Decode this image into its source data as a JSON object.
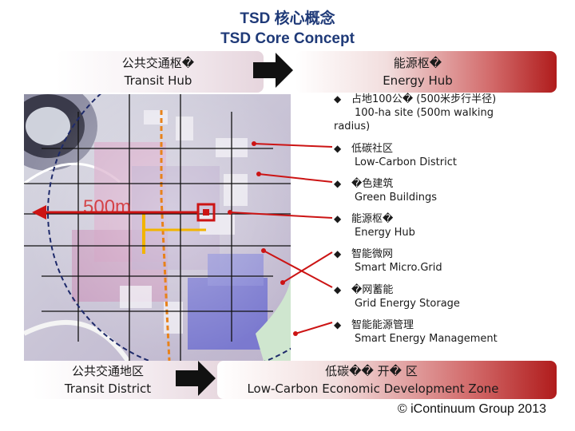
{
  "title": {
    "cn": "TSD 核心概念",
    "en": "TSD Core Concept"
  },
  "top_left": {
    "cn": "公共交通枢�",
    "en": "Transit Hub"
  },
  "top_right": {
    "cn": "能源枢�",
    "en": "Energy Hub"
  },
  "bottom_left": {
    "cn": "公共交通地区",
    "en": "Transit District"
  },
  "bottom_right": {
    "cn": "低碳�� 开� 区",
    "en": "Low-Carbon Economic Development Zone"
  },
  "map": {
    "radius_label": "500m"
  },
  "bullets": [
    {
      "cn": "占地100公� (500米步行半径)",
      "en": "100-ha site (500m walking",
      "en2": "radius)"
    },
    {
      "cn": "低碳社区",
      "en": "Low-Carbon District"
    },
    {
      "cn": "�色建筑",
      "en": "Green Buildings"
    },
    {
      "cn": "能源枢�",
      "en": "Energy Hub"
    },
    {
      "cn": "智能微网",
      "en": "Smart Micro.Grid"
    },
    {
      "cn": "�网蓄能",
      "en": "Grid Energy Storage"
    },
    {
      "cn": "智能能源管理",
      "en": "Smart Energy Management"
    }
  ],
  "bullet_glyph": "◆",
  "copyright": "© iContinuum Group 2013",
  "colors": {
    "title": "#1f3a78",
    "accent_red": "#c81e1e",
    "arrow": "#111111",
    "route_yellow": "#f2b400"
  }
}
